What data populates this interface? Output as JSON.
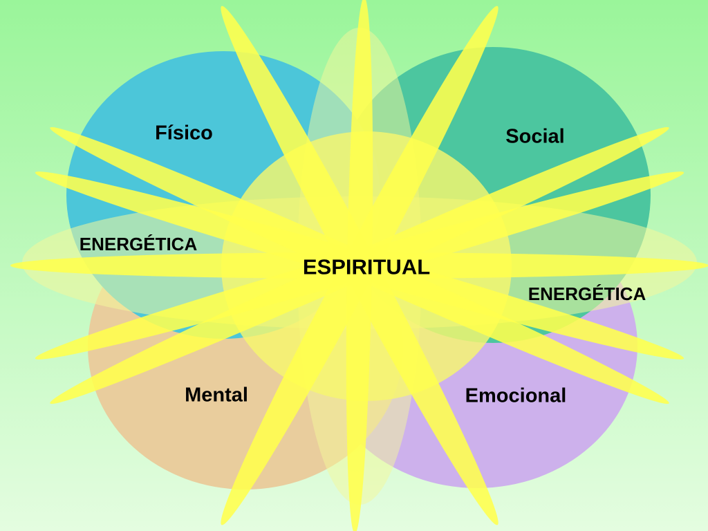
{
  "diagram": {
    "center_label": "ESPIRITUAL",
    "dimensions": [
      {
        "label": "Físico",
        "color": "#4cc6d9"
      },
      {
        "label": "Social",
        "color": "#4cc69f"
      },
      {
        "label": "Mental",
        "color": "#e9cd9d"
      },
      {
        "label": "Emocional",
        "color": "#cdb1ec"
      }
    ],
    "energy_labels": [
      "ENERGÉTICA",
      "ENERGÉTICA"
    ],
    "colors": {
      "background_top": "#9af59a",
      "background_bottom": "#e4fde0",
      "sun_rays": "#ffff4d",
      "center": "#f7f76e"
    }
  }
}
